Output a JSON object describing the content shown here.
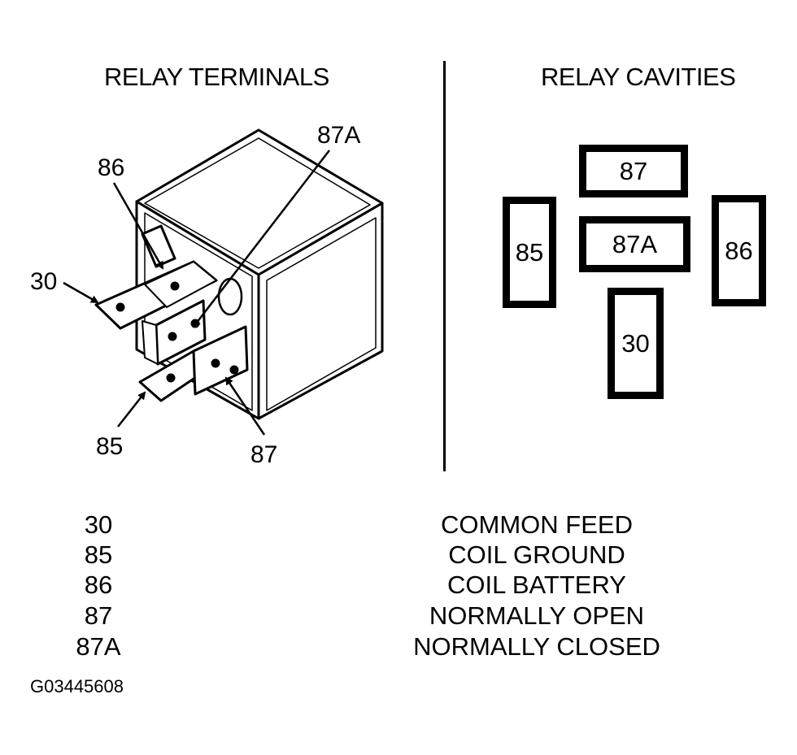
{
  "left_title": "RELAY TERMINALS",
  "right_title": "RELAY CAVITIES",
  "terminal_labels": {
    "t86": "86",
    "t87a": "87A",
    "t30": "30",
    "t85": "85",
    "t87": "87"
  },
  "cavities": {
    "c87": "87",
    "c87a": "87A",
    "c85": "85",
    "c86": "86",
    "c30": "30"
  },
  "legend": [
    {
      "terminal": "30",
      "description": "COMMON FEED"
    },
    {
      "terminal": "85",
      "description": "COIL GROUND"
    },
    {
      "terminal": "86",
      "description": "COIL BATTERY"
    },
    {
      "terminal": "87",
      "description": "NORMALLY OPEN"
    },
    {
      "terminal": "87A",
      "description": "NORMALLY CLOSED"
    }
  ],
  "figure_ref": "G03445608"
}
